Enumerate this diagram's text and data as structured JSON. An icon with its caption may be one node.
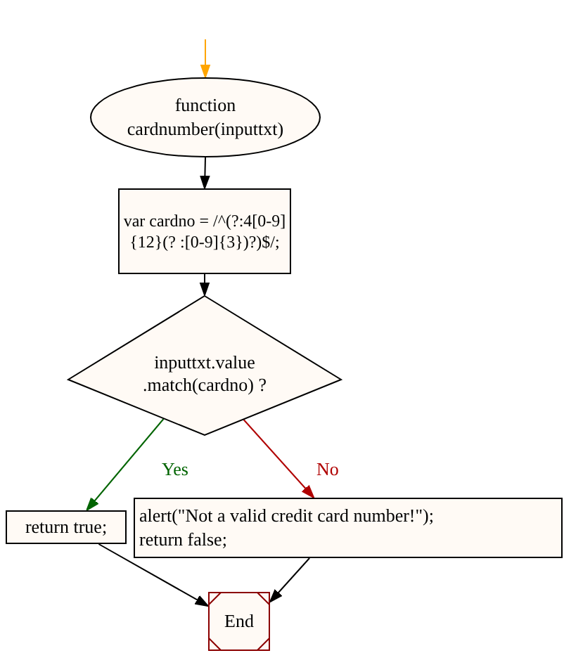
{
  "diagram": {
    "nodes": [
      {
        "text": [
          "function cardnumber(inputtxt)"
        ]
      },
      {
        "text": [
          "var cardno = /^(?:4[0-9]{12}(? :[0-9]{3})?)$/;"
        ]
      },
      {
        "text": [
          "inputtxt.value .match(cardno) ?"
        ]
      },
      {
        "text": [
          "return true;"
        ]
      },
      {
        "text": [
          "alert(\"Not a valid credit card number!\");",
          "return false;"
        ]
      },
      {
        "text": [
          "End"
        ]
      }
    ],
    "edges": [
      {
        "from": null,
        "to": 0,
        "arrow": "to",
        "color": "#ffa500"
      },
      {
        "from": 0,
        "to": 1,
        "arrow": "to"
      },
      {
        "from": 1,
        "to": 2,
        "arrow": "to"
      },
      {
        "from": 2,
        "to": 3,
        "arrow": "to",
        "label": "Yes",
        "color": "#006400"
      },
      {
        "from": 2,
        "to": 4,
        "arrow": "to",
        "label": "No",
        "color": "#b00000"
      },
      {
        "from": 3,
        "to": 5,
        "arrow": "to"
      },
      {
        "from": 4,
        "to": 5,
        "arrow": "to"
      }
    ]
  }
}
